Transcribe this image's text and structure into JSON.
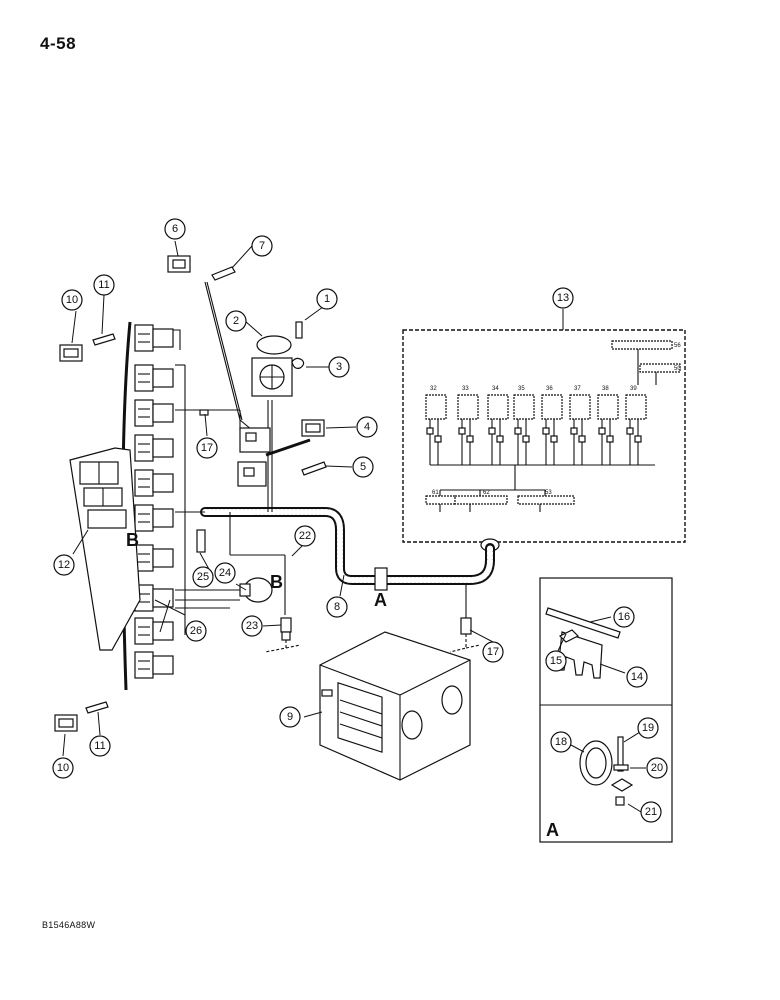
{
  "page_number": "4-58",
  "drawing_id": "B1546A88W",
  "callouts": [
    "1",
    "2",
    "3",
    "4",
    "5",
    "6",
    "7",
    "8",
    "9",
    "10",
    "11",
    "12",
    "13",
    "14",
    "15",
    "16",
    "17",
    "18",
    "19",
    "20",
    "21",
    "22",
    "23",
    "24",
    "25",
    "26"
  ],
  "section_letters": {
    "a": "A",
    "b": "B"
  },
  "connector_numbers": [
    "32",
    "33",
    "34",
    "35",
    "36",
    "37",
    "38",
    "39",
    "56",
    "50",
    "61",
    "62",
    "53"
  ]
}
